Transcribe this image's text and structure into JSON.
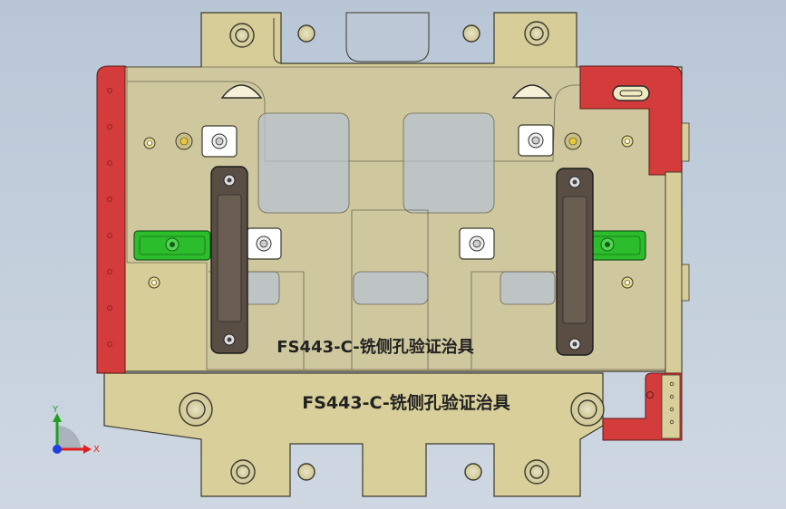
{
  "model": {
    "label_upper": "FS443-C-铣侧孔验证治具",
    "label_lower": "FS443-C-铣侧孔验证治具"
  },
  "triad": {
    "x_label": "X",
    "y_label": "Y",
    "x_color": "#e02020",
    "y_color": "#20a020",
    "z_color": "#2040e0"
  },
  "colors": {
    "plate": "#d9cf9a",
    "plate_edge": "#3c3a2c",
    "cover": "#c6c2a0",
    "red_block": "#d43b3b",
    "green_clamp": "#2bbd2b",
    "dark_bar": "#5a4e44",
    "background": "#c3cfdc"
  }
}
